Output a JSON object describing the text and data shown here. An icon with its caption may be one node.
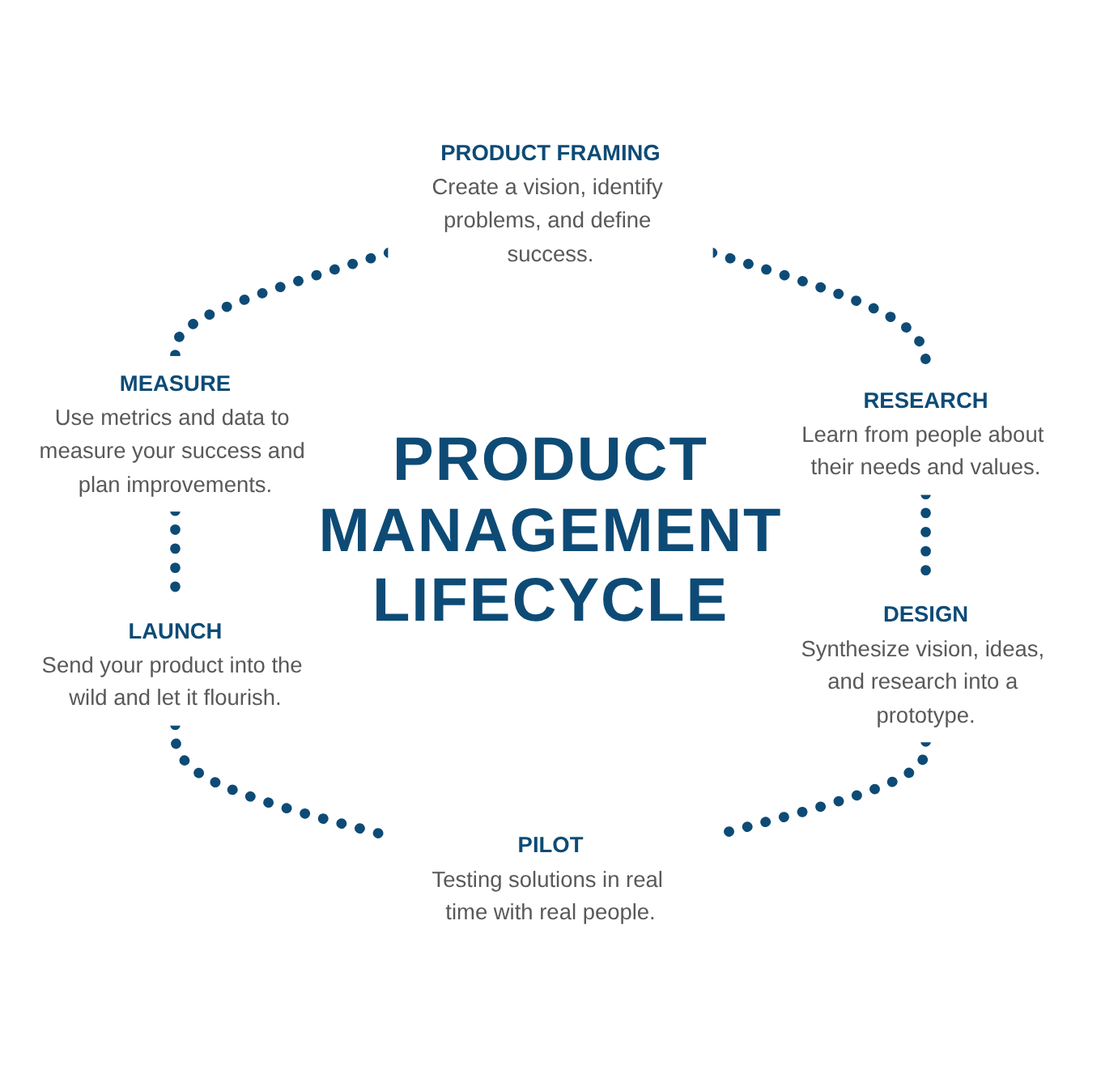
{
  "diagram": {
    "title": "PRODUCT MANAGEMENT LIFECYCLE",
    "nodes": [
      {
        "text": [
          "PRODUCT FRAMING",
          "Create a vision, identify problems, and define success."
        ]
      },
      {
        "text": [
          "MEASURE",
          "Use metrics and data to measure your success and plan improvements."
        ]
      },
      {
        "text": [
          "RESEARCH",
          "Learn from people about their needs and values."
        ]
      },
      {
        "text": [
          "LAUNCH",
          "Send your product into the wild and let it flourish."
        ]
      },
      {
        "text": [
          "DESIGN",
          "Synthesize vision, ideas, and research into a prototype."
        ]
      },
      {
        "text": [
          "PILOT",
          "Testing solutions in real time with real people."
        ]
      }
    ],
    "edges": [
      {
        "from": 0,
        "to": 1,
        "arrow": "none",
        "style": "dashed"
      },
      {
        "from": 0,
        "to": 2,
        "arrow": "none",
        "style": "dashed"
      },
      {
        "from": 1,
        "to": 3,
        "arrow": "none",
        "style": "dashed"
      },
      {
        "from": 2,
        "to": 4,
        "arrow": "none",
        "style": "dashed"
      },
      {
        "from": 3,
        "to": 5,
        "arrow": "none",
        "style": "dashed"
      },
      {
        "from": 4,
        "to": 5,
        "arrow": "none",
        "style": "dashed"
      }
    ]
  }
}
